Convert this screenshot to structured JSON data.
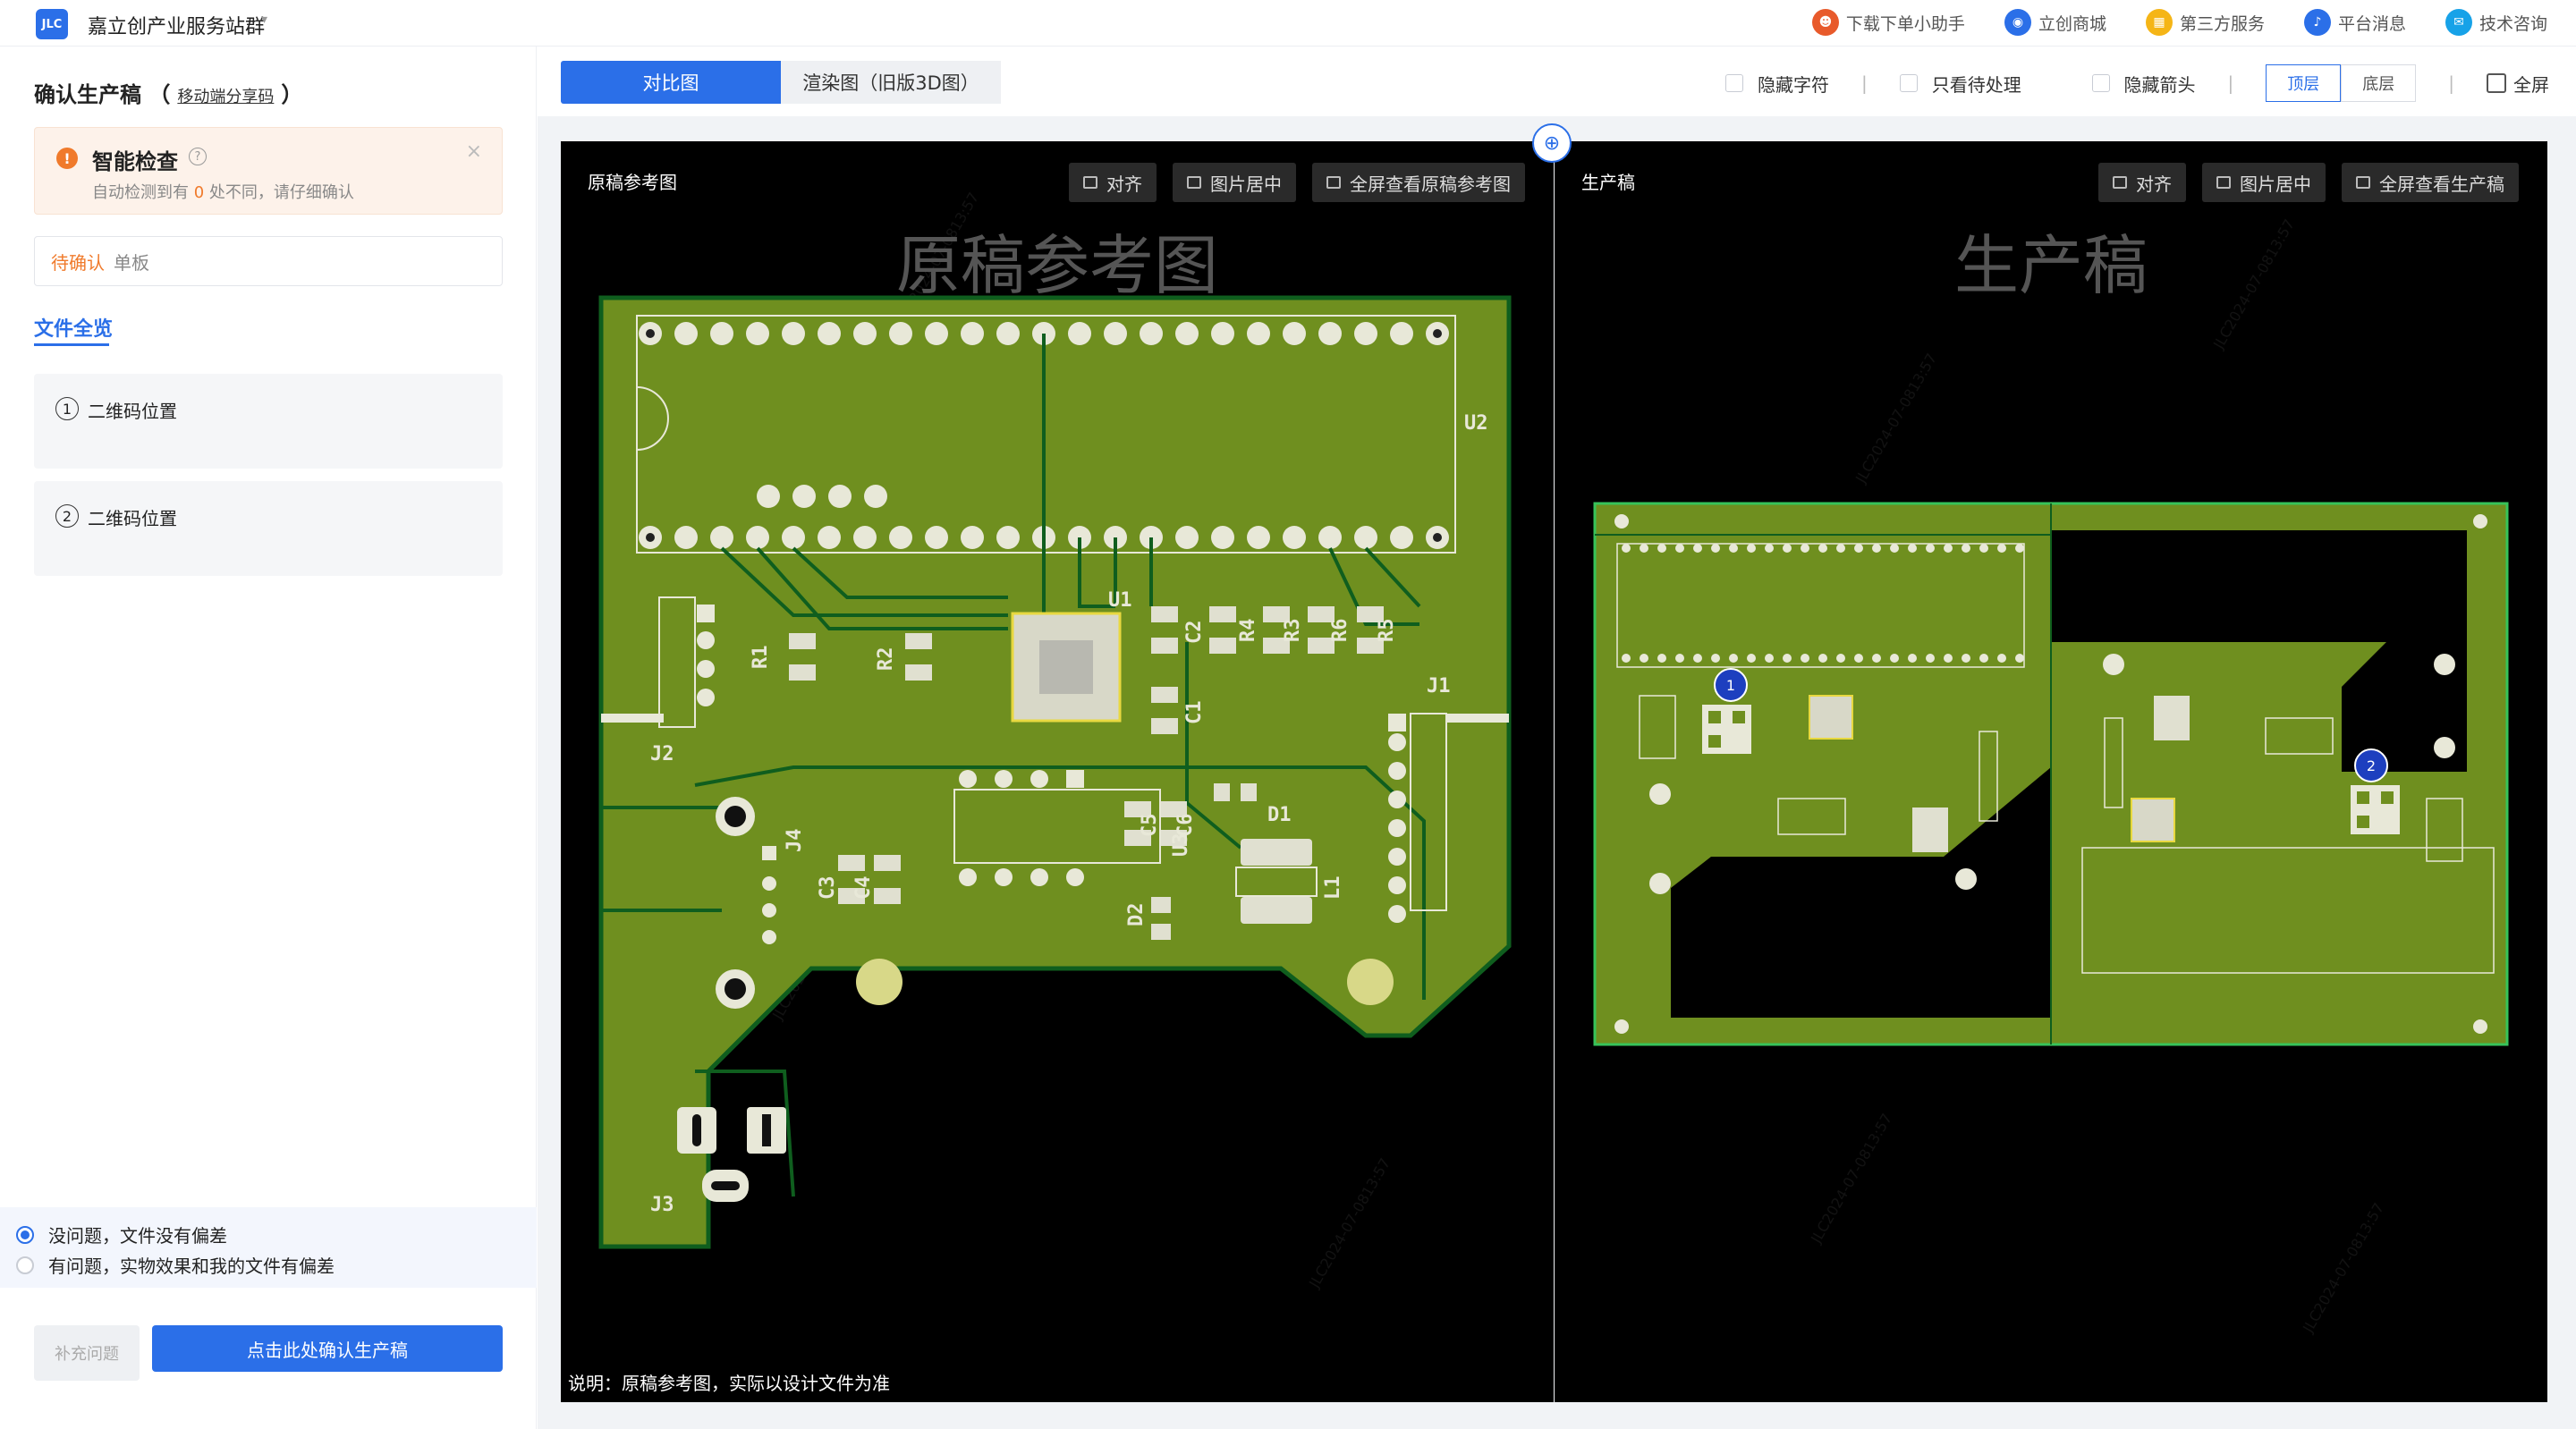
{
  "header": {
    "logo_text": "JLC",
    "brand": "嘉立创产业服务站群",
    "nav": [
      {
        "label": "下载下单小助手",
        "icon": "robot-icon",
        "color": "#e85a2b"
      },
      {
        "label": "立创商城",
        "icon": "mall-icon",
        "color": "#2b6fe8"
      },
      {
        "label": "第三方服务",
        "icon": "grid-icon",
        "color": "#f5b516"
      },
      {
        "label": "平台消息",
        "icon": "bell-icon",
        "color": "#2b6fe8"
      },
      {
        "label": "技术咨询",
        "icon": "chat-icon",
        "color": "#17a2e8"
      }
    ]
  },
  "sidebar": {
    "title": "确认生产稿",
    "title_open": "（",
    "title_close": "）",
    "share_link": "移动端分享码",
    "smart_check": {
      "title": "智能检查",
      "desc_prefix": "自动检测到有",
      "count": "0",
      "desc_suffix": "处不同，请仔细确认"
    },
    "status": {
      "tag": "待确认",
      "value": "单板"
    },
    "file_tab": "文件全览",
    "qr_items": [
      {
        "num": "1",
        "label": "二维码位置"
      },
      {
        "num": "2",
        "label": "二维码位置"
      }
    ],
    "options": [
      {
        "label": "没问题，文件没有偏差",
        "selected": true
      },
      {
        "label": "有问题，实物效果和我的文件有偏差",
        "selected": false
      }
    ],
    "btn_supplement": "补充问题",
    "btn_confirm": "点击此处确认生产稿"
  },
  "toolbar": {
    "tab_compare": "对比图",
    "tab_render": "渲染图（旧版3D图）",
    "hide_chars": "隐藏字符",
    "only_pending": "只看待处理",
    "hide_arrows": "隐藏箭头",
    "top_layer": "顶层",
    "bottom_layer": "底层",
    "fullscreen": "全屏"
  },
  "left_viewer": {
    "label": "原稿参考图",
    "big_title": "原稿参考图",
    "btn_align": "对齐",
    "btn_center": "图片居中",
    "btn_full": "全屏查看原稿参考图",
    "note": "说明：原稿参考图，实际以设计文件为准",
    "designators": [
      "U2",
      "U1",
      "J2",
      "J1",
      "R1",
      "R2",
      "C2",
      "R4",
      "R3",
      "R6",
      "R5",
      "C1",
      "J4",
      "U3",
      "C3",
      "C4",
      "C5",
      "C6",
      "D1",
      "D2",
      "L1",
      "J3"
    ]
  },
  "right_viewer": {
    "label": "生产稿",
    "big_title": "生产稿",
    "btn_align": "对齐",
    "btn_center": "图片居中",
    "btn_full": "全屏查看生产稿",
    "markers": [
      "1",
      "2"
    ]
  },
  "colors": {
    "accent": "#2b6fe8",
    "warning": "#f07a2b",
    "pcb_green": "#6f8f1f",
    "pcb_trace": "#0f5e1e"
  }
}
